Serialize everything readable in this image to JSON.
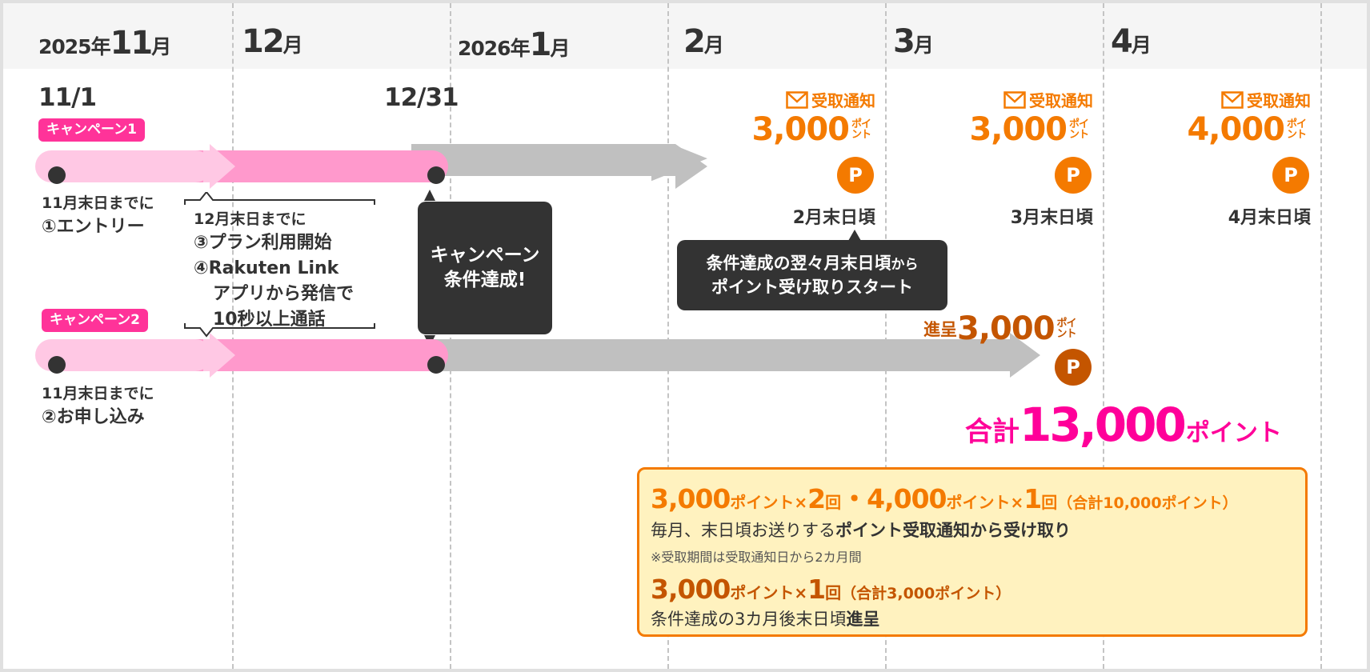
{
  "header": {
    "months": [
      {
        "year": "2025年",
        "num": "11",
        "unit": "月"
      },
      {
        "year": "",
        "num": "12",
        "unit": "月"
      },
      {
        "year": "2026年",
        "num": "1",
        "unit": "月"
      },
      {
        "year": "",
        "num": "2",
        "unit": "月"
      },
      {
        "year": "",
        "num": "3",
        "unit": "月"
      },
      {
        "year": "",
        "num": "4",
        "unit": "月"
      }
    ]
  },
  "timeline": {
    "start_date": "11/1",
    "end_date": "12/31",
    "campaign1": {
      "badge": "キャンペーン1",
      "step_deadline": "11月末日までに",
      "step": "①エントリー"
    },
    "campaign2": {
      "badge": "キャンペーン2",
      "step_deadline": "11月末日までに",
      "step": "②お申し込み"
    },
    "december_steps": {
      "deadline": "12月末日までに",
      "step3": "③プラン利用開始",
      "step4_line1": "④Rakuten Link",
      "step4_line2": "アプリから発信で",
      "step4_line3": "10秒以上通話"
    },
    "achieved_box": {
      "line1": "キャンペーン",
      "line2": "条件達成!"
    },
    "start_receiving_box": {
      "line1_a": "条件達成の翌々月末日頃",
      "line1_b": "から",
      "line2": "ポイント受け取りスタート"
    }
  },
  "notices": [
    {
      "label": "受取通知",
      "amount": "3,000",
      "unit_top": "ポイ",
      "unit_bottom": "ント",
      "icon": "P",
      "due": "2月末日頃"
    },
    {
      "label": "受取通知",
      "amount": "3,000",
      "unit_top": "ポイ",
      "unit_bottom": "ント",
      "icon": "P",
      "due": "3月末日頃"
    },
    {
      "label": "受取通知",
      "amount": "4,000",
      "unit_top": "ポイ",
      "unit_bottom": "ント",
      "icon": "P",
      "due": "4月末日頃"
    }
  ],
  "grant": {
    "prefix": "進呈",
    "amount": "3,000",
    "unit_top": "ポイ",
    "unit_bottom": "ント",
    "icon": "P"
  },
  "total": {
    "prefix": "合計",
    "amount": "13,000",
    "unit": "ポイント"
  },
  "summary": {
    "line1": {
      "a_num": "3,000",
      "a_unit": "ポイント×",
      "a_times": "2",
      "a_kai": "回",
      "sep": "・",
      "b_num": "4,000",
      "b_unit": "ポイント×",
      "b_times": "1",
      "b_kai": "回",
      "total": "（合計10,000ポイント）"
    },
    "desc1_plain": "毎月、末日頃お送りする",
    "desc1_bold": "ポイント受取通知から受け取り",
    "note": "※受取期間は受取通知日から2カ月間",
    "line2": {
      "num": "3,000",
      "unit": "ポイント×",
      "times": "1",
      "kai": "回",
      "total": "（合計3,000ポイント）"
    },
    "desc2_plain": "条件達成の3カ月後末日頃",
    "desc2_bold": "進呈"
  },
  "colors": {
    "campaign_pink": "#ff3399",
    "bar_light_pink": "#ffc8e4",
    "bar_pink": "#ff99cc",
    "bar_gray": "#c0c0c0",
    "orange": "#f47a00",
    "dark_orange": "#c45500",
    "total_pink": "#ff0099",
    "summary_bg": "#fff2bf"
  }
}
